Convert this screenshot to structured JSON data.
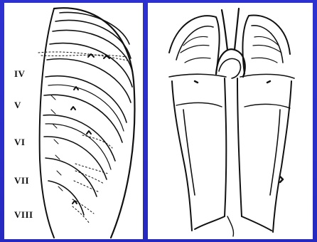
{
  "diagram": {
    "left_panel": {
      "rib_labels": [
        "IV",
        "V",
        "VI",
        "VII",
        "VIII"
      ]
    },
    "right_panel": {}
  },
  "colors": {
    "background": "#2a2ec8",
    "panel": "#ffffff",
    "ink": "#111111"
  }
}
